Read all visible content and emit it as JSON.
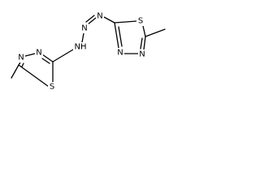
{
  "molecule": {
    "bond_color": "#000000",
    "label_color": "#000000",
    "left_thiadiazole": {
      "n_top": "N",
      "n_bottom": "N",
      "s": "S"
    },
    "triazene": {
      "nh": "NH",
      "n_middle": "N",
      "n_terminal": "N"
    },
    "right_thiadiazole": {
      "s": "S",
      "n_bottom": "N",
      "n_right": "N"
    }
  }
}
